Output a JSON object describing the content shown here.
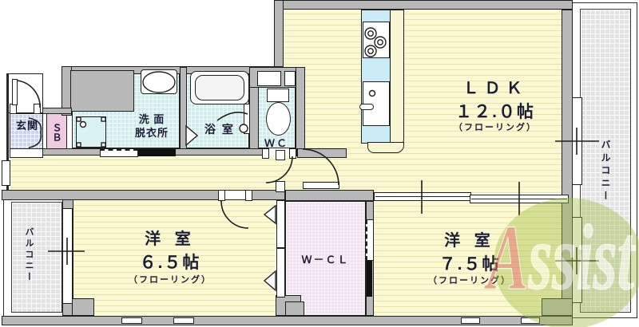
{
  "watermark": {
    "letter_a": "A",
    "letters_rest": "ssist"
  },
  "labels": {
    "genkan": "玄関",
    "shoe_box": "ＳＢ",
    "washroom_line1": "洗 面",
    "washroom_line2": "脱衣所",
    "bathroom": "浴 室",
    "toilet": "ＷＣ",
    "ldk_name": "ＬＤＫ",
    "ldk_size": "１２.０帖",
    "ldk_flooring": "（フローリング）",
    "bedroom1_name": "洋 室",
    "bedroom1_size": "６.５帖",
    "bedroom1_flooring": "（フローリング）",
    "wcl": "Ｗ－ＣＬ",
    "bedroom2_name": "洋 室",
    "bedroom2_size": "７.５帖",
    "bedroom2_flooring": "（フローリング）",
    "balcony_left": "バルコニー",
    "balcony_right": "バルコニー"
  },
  "colors": {
    "floor_yellow": "#faf9d3",
    "tile_cyan": "#cdeded",
    "genkan_blue": "#c9d4ef",
    "shoebox_pink": "#f0cade",
    "wcl_pink": "#f3def1",
    "balcony_gray": "#e2e2e2",
    "wall_gray": "#b9b9b9",
    "kitchen_cyan": "#c9ecf7",
    "counter_cream": "#f7f6d2",
    "watermark_green": "#9fbb40",
    "watermark_red": "#d96a55",
    "text_ink": "#1c1c38"
  }
}
